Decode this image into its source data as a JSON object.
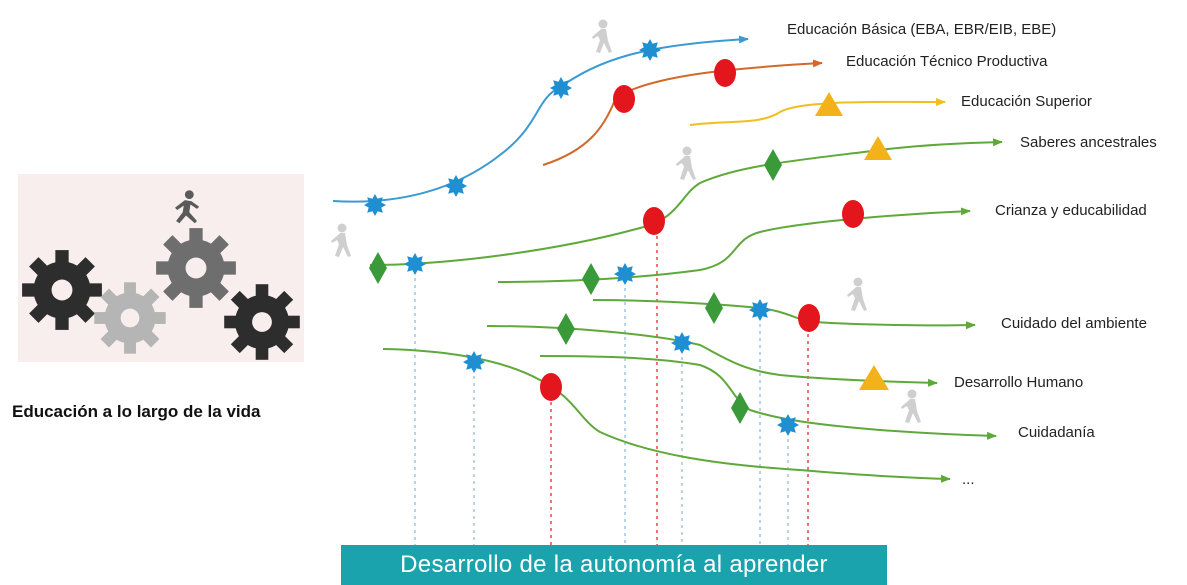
{
  "left_panel": {
    "caption": "Educación a lo largo de la vida"
  },
  "paths": {
    "basica": "Educación Básica (EBA, EBR/EIB, EBE)",
    "tecnico": "Educación Técnico Productiva",
    "superior": "Educación Superior",
    "saberes": "Saberes ancestrales",
    "crianza": "Crianza y educabilidad",
    "cuidado": "Cuidado del ambiente",
    "desarrollo": "Desarrollo Humano",
    "ciudadania": "Cuidadanía",
    "mas": "..."
  },
  "footer": {
    "text": "Desarrollo de la autonomía al aprender"
  },
  "colors": {
    "blue": "#3a9ad2",
    "orange": "#d2692a",
    "yellow": "#f0be1e",
    "green": "#5fa83a",
    "red": "#e3161d",
    "star": "#1f8fd2",
    "diamond": "#3a9a3a",
    "triangle": "#f4b21a",
    "teal": "#1aa3ad"
  },
  "icons": [
    "gears-illustration",
    "walking-person-icon",
    "running-person-icon",
    "star-marker-icon",
    "circle-marker-icon",
    "diamond-marker-icon",
    "triangle-marker-icon"
  ]
}
